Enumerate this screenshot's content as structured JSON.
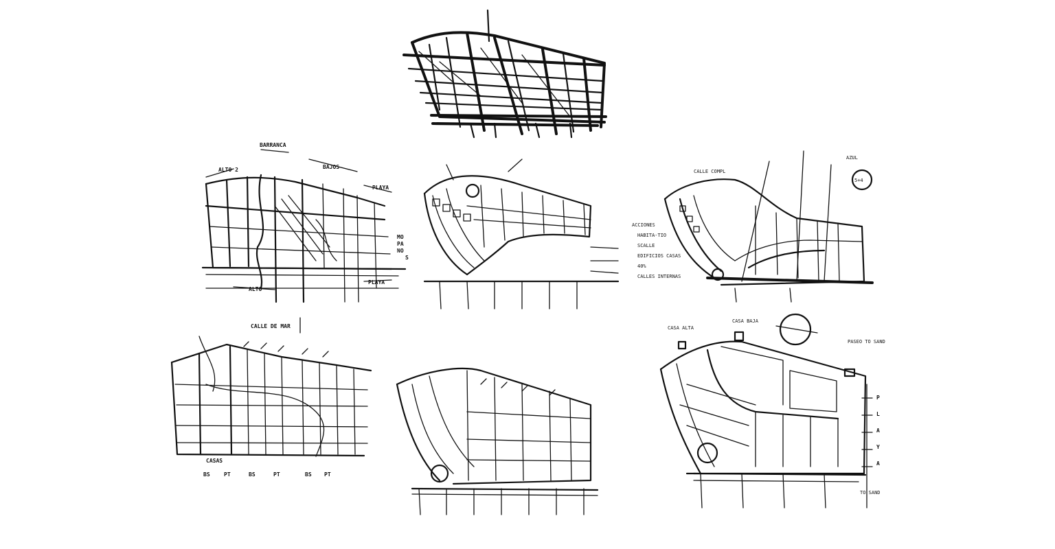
{
  "sketches": [
    {
      "id": "top",
      "labels": []
    },
    {
      "id": "mid-left",
      "labels": [
        "ALTO 2",
        "BARRANCA",
        "BAJOS",
        "PLAYA",
        "ALTO",
        "PLAYA",
        "MO",
        "PA",
        "NO",
        "S"
      ]
    },
    {
      "id": "mid-center",
      "labels": []
    },
    {
      "id": "mid-right",
      "labels": [
        "ACCIONES",
        "HABITA-TIO",
        "SCALLE",
        "EDIFICIOS CASAS",
        "40%",
        "CALLES INTERNAS",
        "CALLE COMPL",
        "5+4",
        "AZUL"
      ]
    },
    {
      "id": "bottom-left",
      "labels": [
        "CALLE DE MAR",
        "CASAS",
        "BS",
        "PT",
        "BS",
        "PT",
        "BS",
        "PT"
      ]
    },
    {
      "id": "bottom-center",
      "labels": []
    },
    {
      "id": "bottom-right",
      "labels": [
        "CASA ALTA",
        "CASA BAJA",
        "PASEO TO SAND",
        "P",
        "L",
        "A",
        "Y",
        "A",
        "TO SAND"
      ]
    }
  ]
}
